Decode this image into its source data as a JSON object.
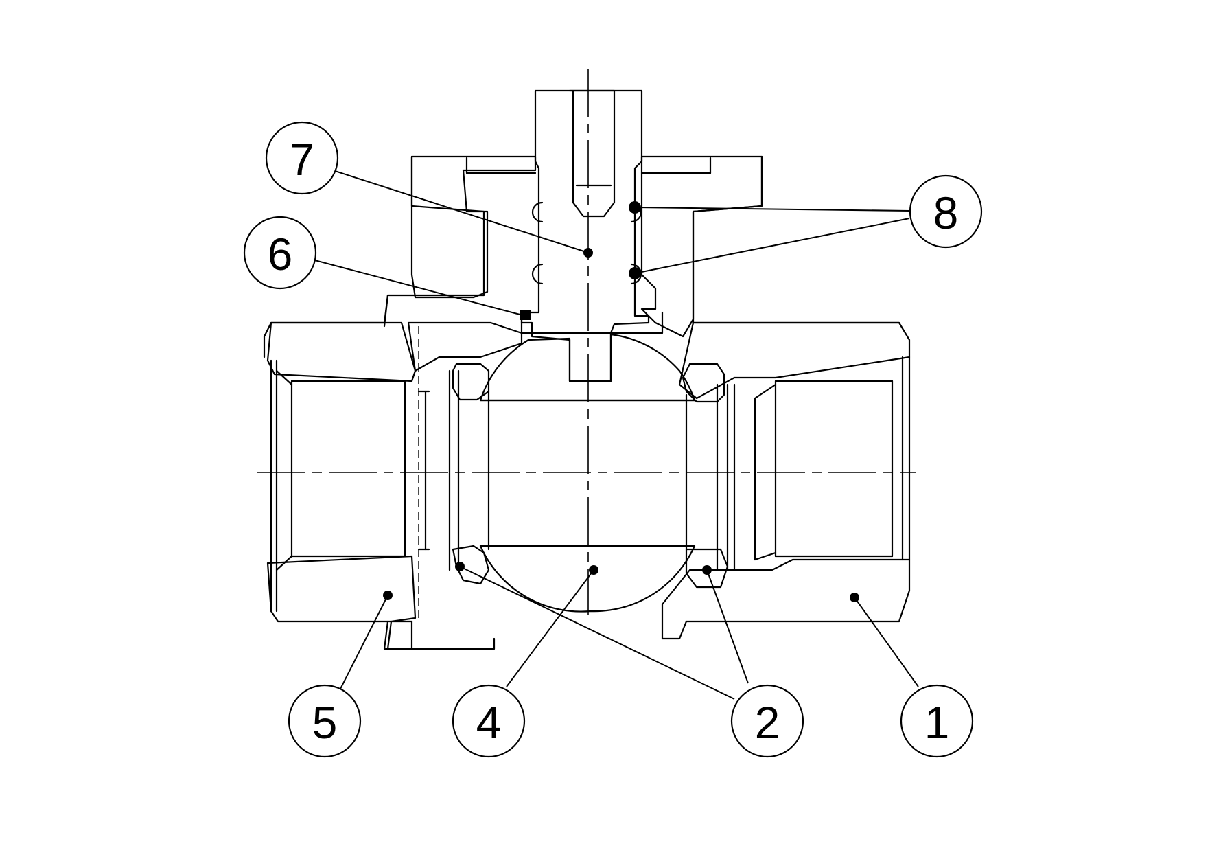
{
  "diagram": {
    "callouts": [
      {
        "id": "1",
        "label": "1"
      },
      {
        "id": "2",
        "label": "2"
      },
      {
        "id": "4",
        "label": "4"
      },
      {
        "id": "5",
        "label": "5"
      },
      {
        "id": "6",
        "label": "6"
      },
      {
        "id": "7",
        "label": "7"
      },
      {
        "id": "8",
        "label": "8"
      }
    ]
  },
  "colors": {
    "line": "#000000",
    "background": "#ffffff"
  }
}
